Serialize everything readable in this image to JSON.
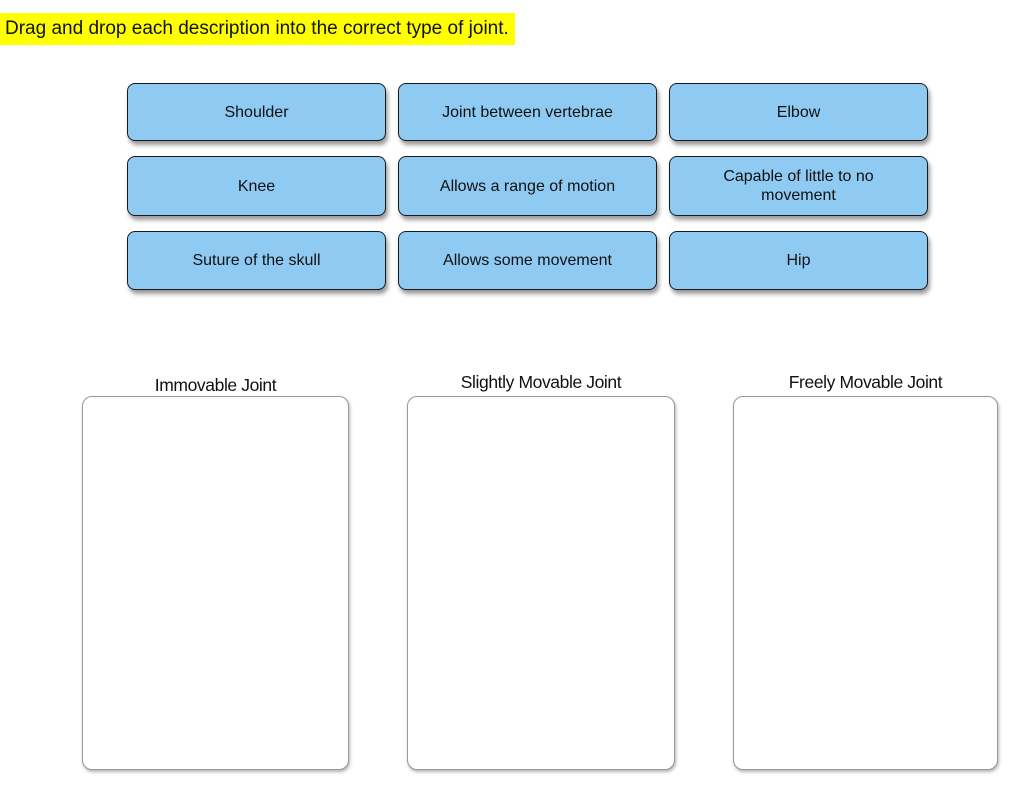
{
  "instruction": {
    "text": "Drag and drop each description into the correct type of joint."
  },
  "tiles": [
    {
      "label": "Shoulder"
    },
    {
      "label": "Joint between vertebrae"
    },
    {
      "label": "Elbow"
    },
    {
      "label": "Knee"
    },
    {
      "label": "Allows a range of motion"
    },
    {
      "label": "Capable of little to no movement"
    },
    {
      "label": "Suture of the skull"
    },
    {
      "label": "Allows some movement"
    },
    {
      "label": "Hip"
    }
  ],
  "drop_zones": [
    {
      "label": "Immovable Joint"
    },
    {
      "label": "Slightly Movable Joint"
    },
    {
      "label": "Freely Movable Joint"
    }
  ],
  "colors": {
    "highlight": "#ffff00",
    "tile_fill": "#8fcaf3",
    "tile_border": "#1a1a1a",
    "zone_border": "#999999"
  }
}
